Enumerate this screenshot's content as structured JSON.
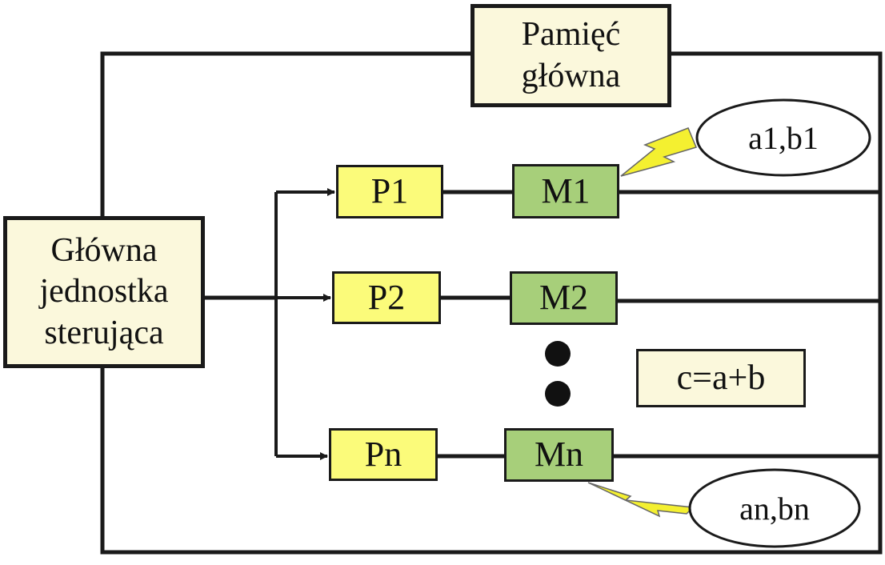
{
  "memory": {
    "line1": "Pamięć",
    "line2": "główna"
  },
  "control_unit": {
    "line1": "Główna",
    "line2": "jednostka",
    "line3": "sterująca"
  },
  "processors": [
    {
      "label": "P1"
    },
    {
      "label": "P2"
    },
    {
      "label": "Pn"
    }
  ],
  "memory_modules": [
    {
      "label": "M1"
    },
    {
      "label": "M2"
    },
    {
      "label": "Mn"
    }
  ],
  "data_bubbles": [
    {
      "label": "a1,b1"
    },
    {
      "label": "an,bn"
    }
  ],
  "operation": {
    "label": "c=a+b"
  },
  "colors": {
    "processor_fill": "#fbfb7a",
    "memory_module_fill": "#a7cf7a",
    "memory_box_fill": "#fbf8dc",
    "lightning_fill": "#f4f030",
    "line": "#1a1a1a"
  }
}
